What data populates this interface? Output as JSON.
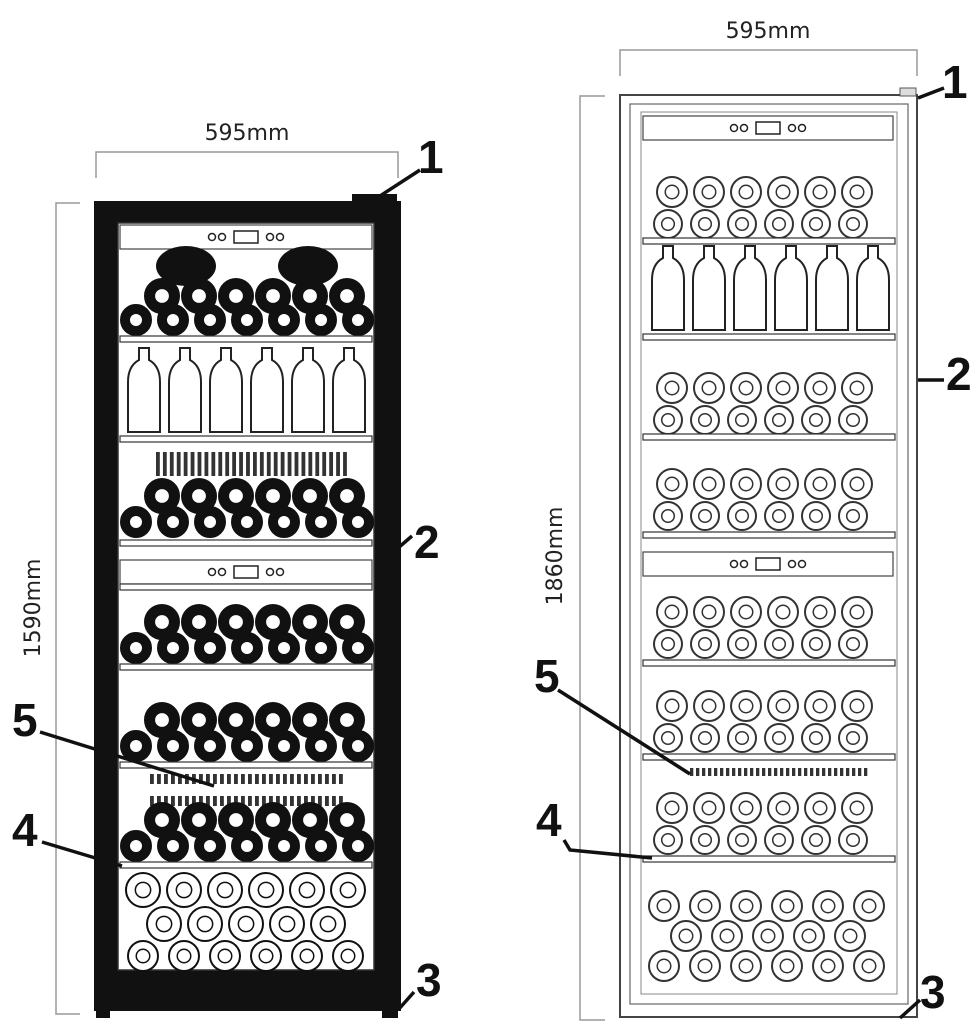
{
  "left_unit": {
    "width_label": "595mm",
    "height_label": "1590mm",
    "body_color": "#111111",
    "callouts": [
      "1",
      "2",
      "3",
      "4",
      "5"
    ]
  },
  "right_unit": {
    "width_label": "595mm",
    "height_label": "1860mm",
    "body_color": "#ffffff",
    "callouts": [
      "1",
      "2",
      "3",
      "4",
      "5"
    ]
  }
}
